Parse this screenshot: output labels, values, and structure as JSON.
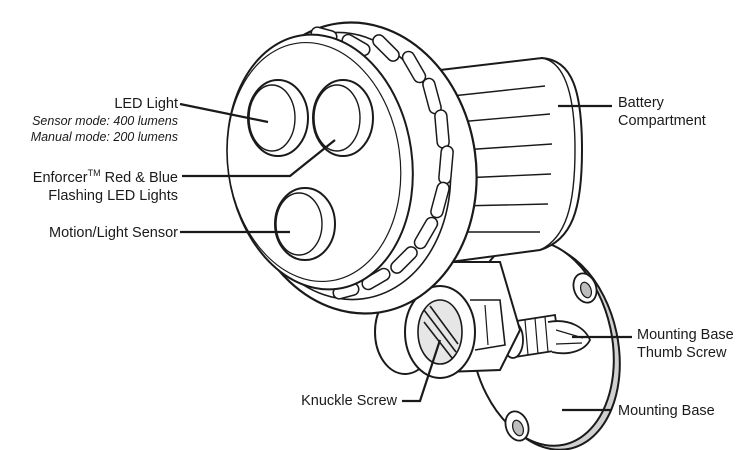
{
  "labels": {
    "led_light": {
      "title": "LED Light",
      "sensor_mode": "Sensor mode: 400 lumens",
      "manual_mode": "Manual mode: 200 lumens"
    },
    "enforcer": {
      "name": "Enforcer",
      "trademark": "TM",
      "rest": " Red & Blue",
      "line2": "Flashing LED Lights"
    },
    "motion_sensor": "Motion/Light Sensor",
    "battery": {
      "line1": "Battery",
      "line2": "Compartment"
    },
    "thumb_screw": {
      "line1": "Mounting Base",
      "line2": "Thumb Screw"
    },
    "knuckle_screw": "Knuckle Screw",
    "mounting_base": "Mounting Base"
  },
  "colors": {
    "line": "#1a1a1a",
    "shade": "#c8c8c8",
    "body": "#ffffff"
  }
}
